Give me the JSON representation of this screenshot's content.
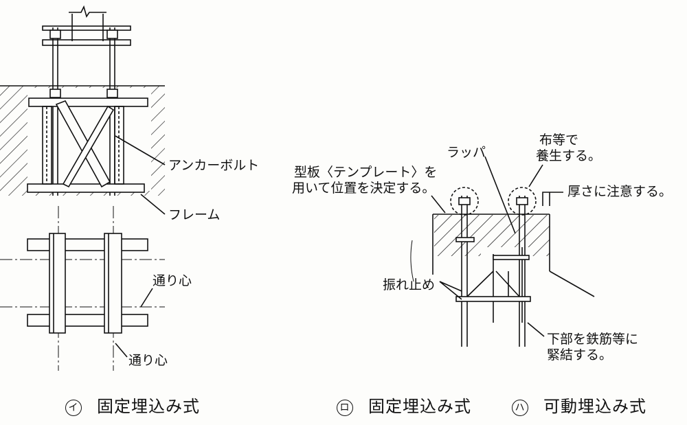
{
  "figure_a": {
    "labels": {
      "anchor_bolt": "アンカーボルト",
      "frame": "フレーム",
      "grid_line_1": "通り心",
      "grid_line_2": "通り心"
    },
    "caption": {
      "mark": "イ",
      "text": "固定埋込み式"
    }
  },
  "figure_b": {
    "labels": {
      "sleeve": "ラッパ",
      "protect_line1": "布等で",
      "protect_line2": "養生する。",
      "template_line1": "型板〈テンプレート〉を",
      "template_line2": "用いて位置を決定する。",
      "thickness": "厚さに注意する。",
      "bracing": "振れ止め",
      "tie_line1": "下部を鉄筋等に",
      "tie_line2": "緊結する。"
    },
    "caption": {
      "mark": "ロ",
      "text": "固定埋込み式"
    }
  },
  "figure_c": {
    "caption": {
      "mark": "ハ",
      "text": "可動埋込み式"
    }
  }
}
